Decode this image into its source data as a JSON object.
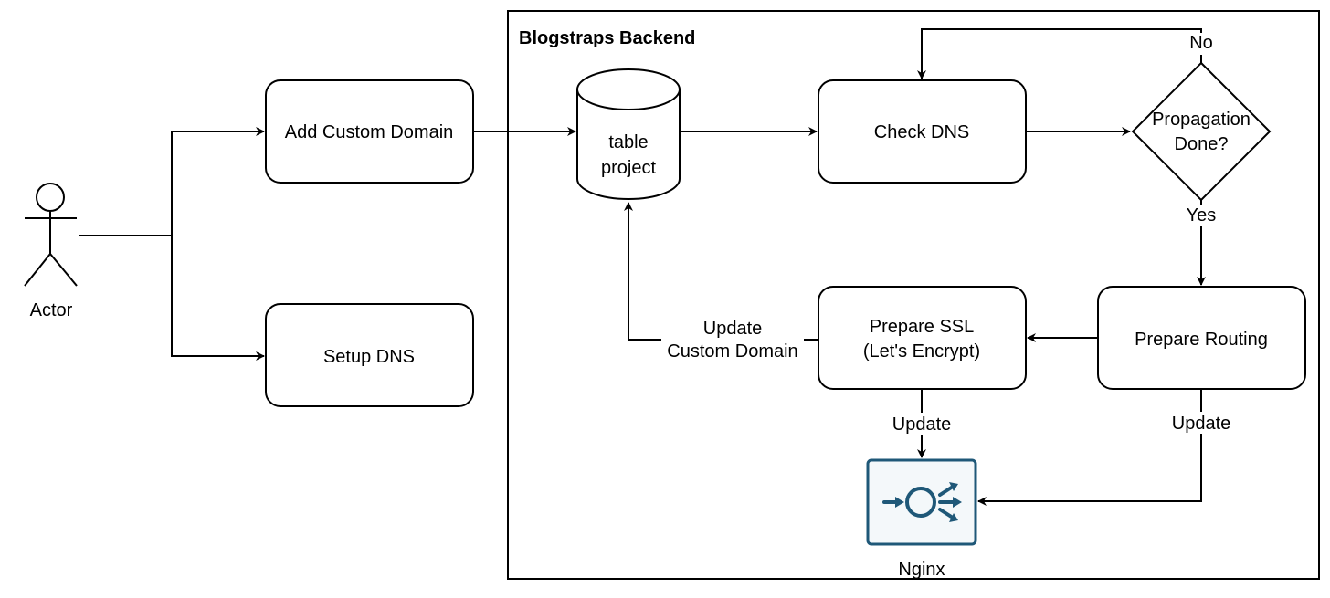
{
  "diagram": {
    "container": {
      "title": "Blogstraps Backend"
    },
    "actor": {
      "label": "Actor"
    },
    "nodes": {
      "add_custom_domain": "Add Custom Domain",
      "setup_dns": "Setup DNS",
      "database": {
        "line1": "table",
        "line2": "project"
      },
      "check_dns": "Check DNS",
      "decision": {
        "line1": "Propagation",
        "line2": "Done?"
      },
      "prepare_routing": "Prepare Routing",
      "prepare_ssl": {
        "line1": "Prepare SSL",
        "line2": "(Let's Encrypt)"
      },
      "nginx": {
        "label": "Nginx",
        "icon": "load-balancer-icon",
        "color": "#1f5878"
      }
    },
    "edge_labels": {
      "no": "No",
      "yes": "Yes",
      "update_custom_domain": {
        "line1": "Update",
        "line2": "Custom Domain"
      },
      "update_ssl_nginx": "Update",
      "update_routing_nginx": "Update"
    }
  }
}
